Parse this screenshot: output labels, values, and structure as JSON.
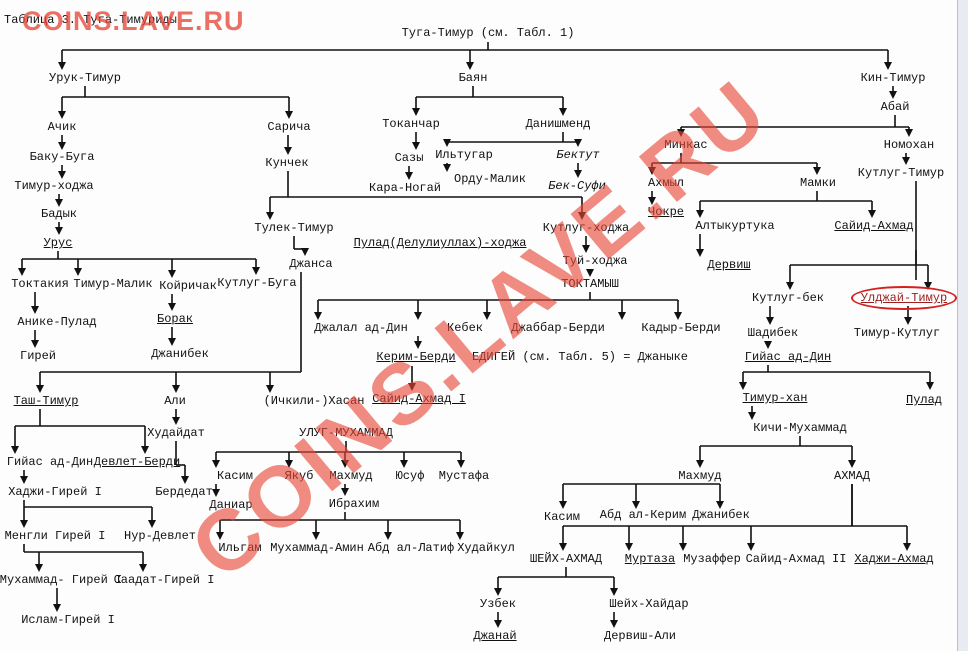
{
  "table_title": "Таблица 3. Туга-Тимуриды",
  "watermark": "COINS.LAVE.RU",
  "highlight_color": "#d32020",
  "watermark_color": "#e84637",
  "nodes": {
    "tuga_timur": "Туга-Тимур (см. Табл. 1)",
    "uruk_timur": "Урук-Тимур",
    "bayan": "Баян",
    "kin_timur": "Кин-Тимур",
    "abay": "Абай",
    "achik": "Ачик",
    "sarycha": "Сарича",
    "kunchek": "Кунчек",
    "baku_buga": "Баку-Буга",
    "timur_hodzha": "Тимур-ходжа",
    "badyk": "Бадык",
    "urus": "Урус",
    "tokanchar": "Токанчар",
    "danishmend": "Данишменд",
    "sazy": "Сазы",
    "iltugar": "Ильтугар",
    "bektut": "Бектут",
    "kara_nogay": "Кара-Ногай",
    "ordu_malik": "Орду-Малик",
    "bek_sufi": "Бек-Суфи",
    "minkas": "Минкас",
    "nomohan": "Номохан",
    "ahmyl": "Ахмыл",
    "mamki": "Мамки",
    "kutlug_timur": "Кутлуг-Тимур",
    "chokre": "Чокре",
    "altykurtuka": "Алтыкуртука",
    "sayid_ahmad_1": "Сайид-Ахмад",
    "dervish": "Дервиш",
    "tulek_timur": "Тулек-Тимур",
    "dzhansa": "Джанса",
    "pulad_hodzha": "Пулад(Делулиуллах)-ходжа",
    "kutlug_hodzha": "Кутлуг-ходжа",
    "tuy_hodzha": "Туй-ходжа",
    "toktamysh": "ТОКТАМЫШ",
    "toktakiya": "Токтакия",
    "timur_malik": "Тимур-Малик",
    "koyrichak": "Койричак",
    "kutlug_buga": "Кутлуг-Буга",
    "anike_pulad": "Анике-Пулад",
    "borak": "Борак",
    "girey": "Гирей",
    "dzhanibek_1": "Джанибек",
    "dzhalal_ad_din": "Джалал ад-Дин",
    "kebek": "Кебек",
    "dzhabbar_berdi": "Джаббар-Берди",
    "kadyr_berdi": "Кадыр-Берди",
    "kerim_berdi": "Керим-Берди",
    "edigey": "ЕДИГЕЙ (см. Табл. 5) = Джаныке",
    "sayid_ahmad_i": "Сайид-Ахмад I",
    "kutlug_bek": "Кутлуг-бек",
    "uldzhay_timur": "Улджай-Тимур",
    "shadibek": "Шадибек",
    "timur_kutlug": "Тимур-Кутлуг",
    "giyas_ad_din_1": "Гийас ад-Дин",
    "timur_han": "Тимур-хан",
    "pulad": "Пулад",
    "kichi_muhammad": "Кичи-Мухаммад",
    "tash_timur": "Таш-Тимур",
    "ali": "Али",
    "ichkili_hasan": "(Ичкили-)Хасан",
    "hudaydat": "Худайдат",
    "ulug_muhammad": "УЛУГ-МУХАММАД",
    "giyas_ad_din_2": "Гийас ад-Дин",
    "devlet_berdi": "Девлет-Берди",
    "hadzhi_girey": "Хаджи-Гирей I",
    "berdedat": "Бердедат",
    "kasim_1": "Касим",
    "yakub": "Якуб",
    "mahmud_1": "Махмуд",
    "yusuf": "Юсуф",
    "mustafa": "Мустафа",
    "daniar": "Даниар",
    "ibrahim": "Ибрахим",
    "mengli_girey": "Менгли Гирей I",
    "nur_devlet": "Нур-Девлет",
    "ilgam": "Ильгам",
    "muhammad_amin": "Мухаммад-Амин",
    "abd_al_latif": "Абд ал-Латиф",
    "hudaykul": "Худайкул",
    "muhammad_girey": "Мухаммад- Гирей I",
    "saadat_girey": "Саадат-Гирей I",
    "islam_girey": "Ислам-Гирей I",
    "mahmud_2": "Махмуд",
    "ahmad": "АХМАД",
    "kasim_2": "Касим",
    "abd_al_kerim": "Абд ал-Керим",
    "dzhanibek_2": "Джанибек",
    "sheyh_ahmad": "ШЕЙХ-АХМАД",
    "murtaza": "Муртаза",
    "muzaffer": "Музаффер",
    "sayid_ahmad_ii": "Сайид-Ахмад II",
    "hadzhi_ahmad": "Хаджи-Ахмад",
    "uzbek": "Узбек",
    "sheyh_haydar": "Шейх-Хайдар",
    "dzhanay": "Джанай",
    "dervish_ali": "Дервиш-Али"
  }
}
